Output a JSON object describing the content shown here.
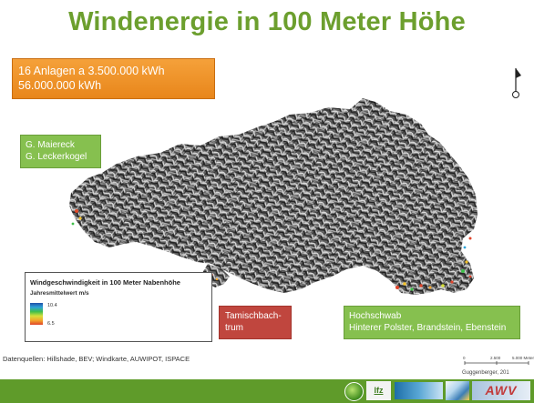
{
  "title": "Windenergie in 100 Meter Höhe",
  "info_box": {
    "line1": "16 Anlagen a 3.500.000 kWh",
    "line2": "56.000.000 kWh"
  },
  "labels": {
    "maiereck_line1": "G. Maiereck",
    "maiereck_line2": "G. Leckerkogel",
    "tamisch_line1": "Tamischbach-",
    "tamisch_line2": "trum",
    "hochschwab_line1": "Hochschwab",
    "hochschwab_line2": "Hinterer Polster, Brandstein, Ebenstein"
  },
  "legend": {
    "title": "Windgeschwindigkeit in 100 Meter Nabenhöhe",
    "subtitle": "Jahresmittelwert m/s",
    "max": "10.4",
    "min": "6.5"
  },
  "source": "Datenquellen: Hillshade, BEV; Windkarte, AUWIPOT, ISPACE",
  "scale": {
    "tick0": "0",
    "tick1": "2.500",
    "tick2": "5.000 Meter"
  },
  "credit": "Guggenberger, 201",
  "footer": {
    "logo_text_2": "lfz",
    "logo_text_5": "AWV"
  },
  "colors": {
    "title_green": "#6c9f2e",
    "orange_box": "#f0952a",
    "green_box": "#86c04f",
    "red_box": "#c0463e",
    "footer_green": "#5f9b2a"
  }
}
